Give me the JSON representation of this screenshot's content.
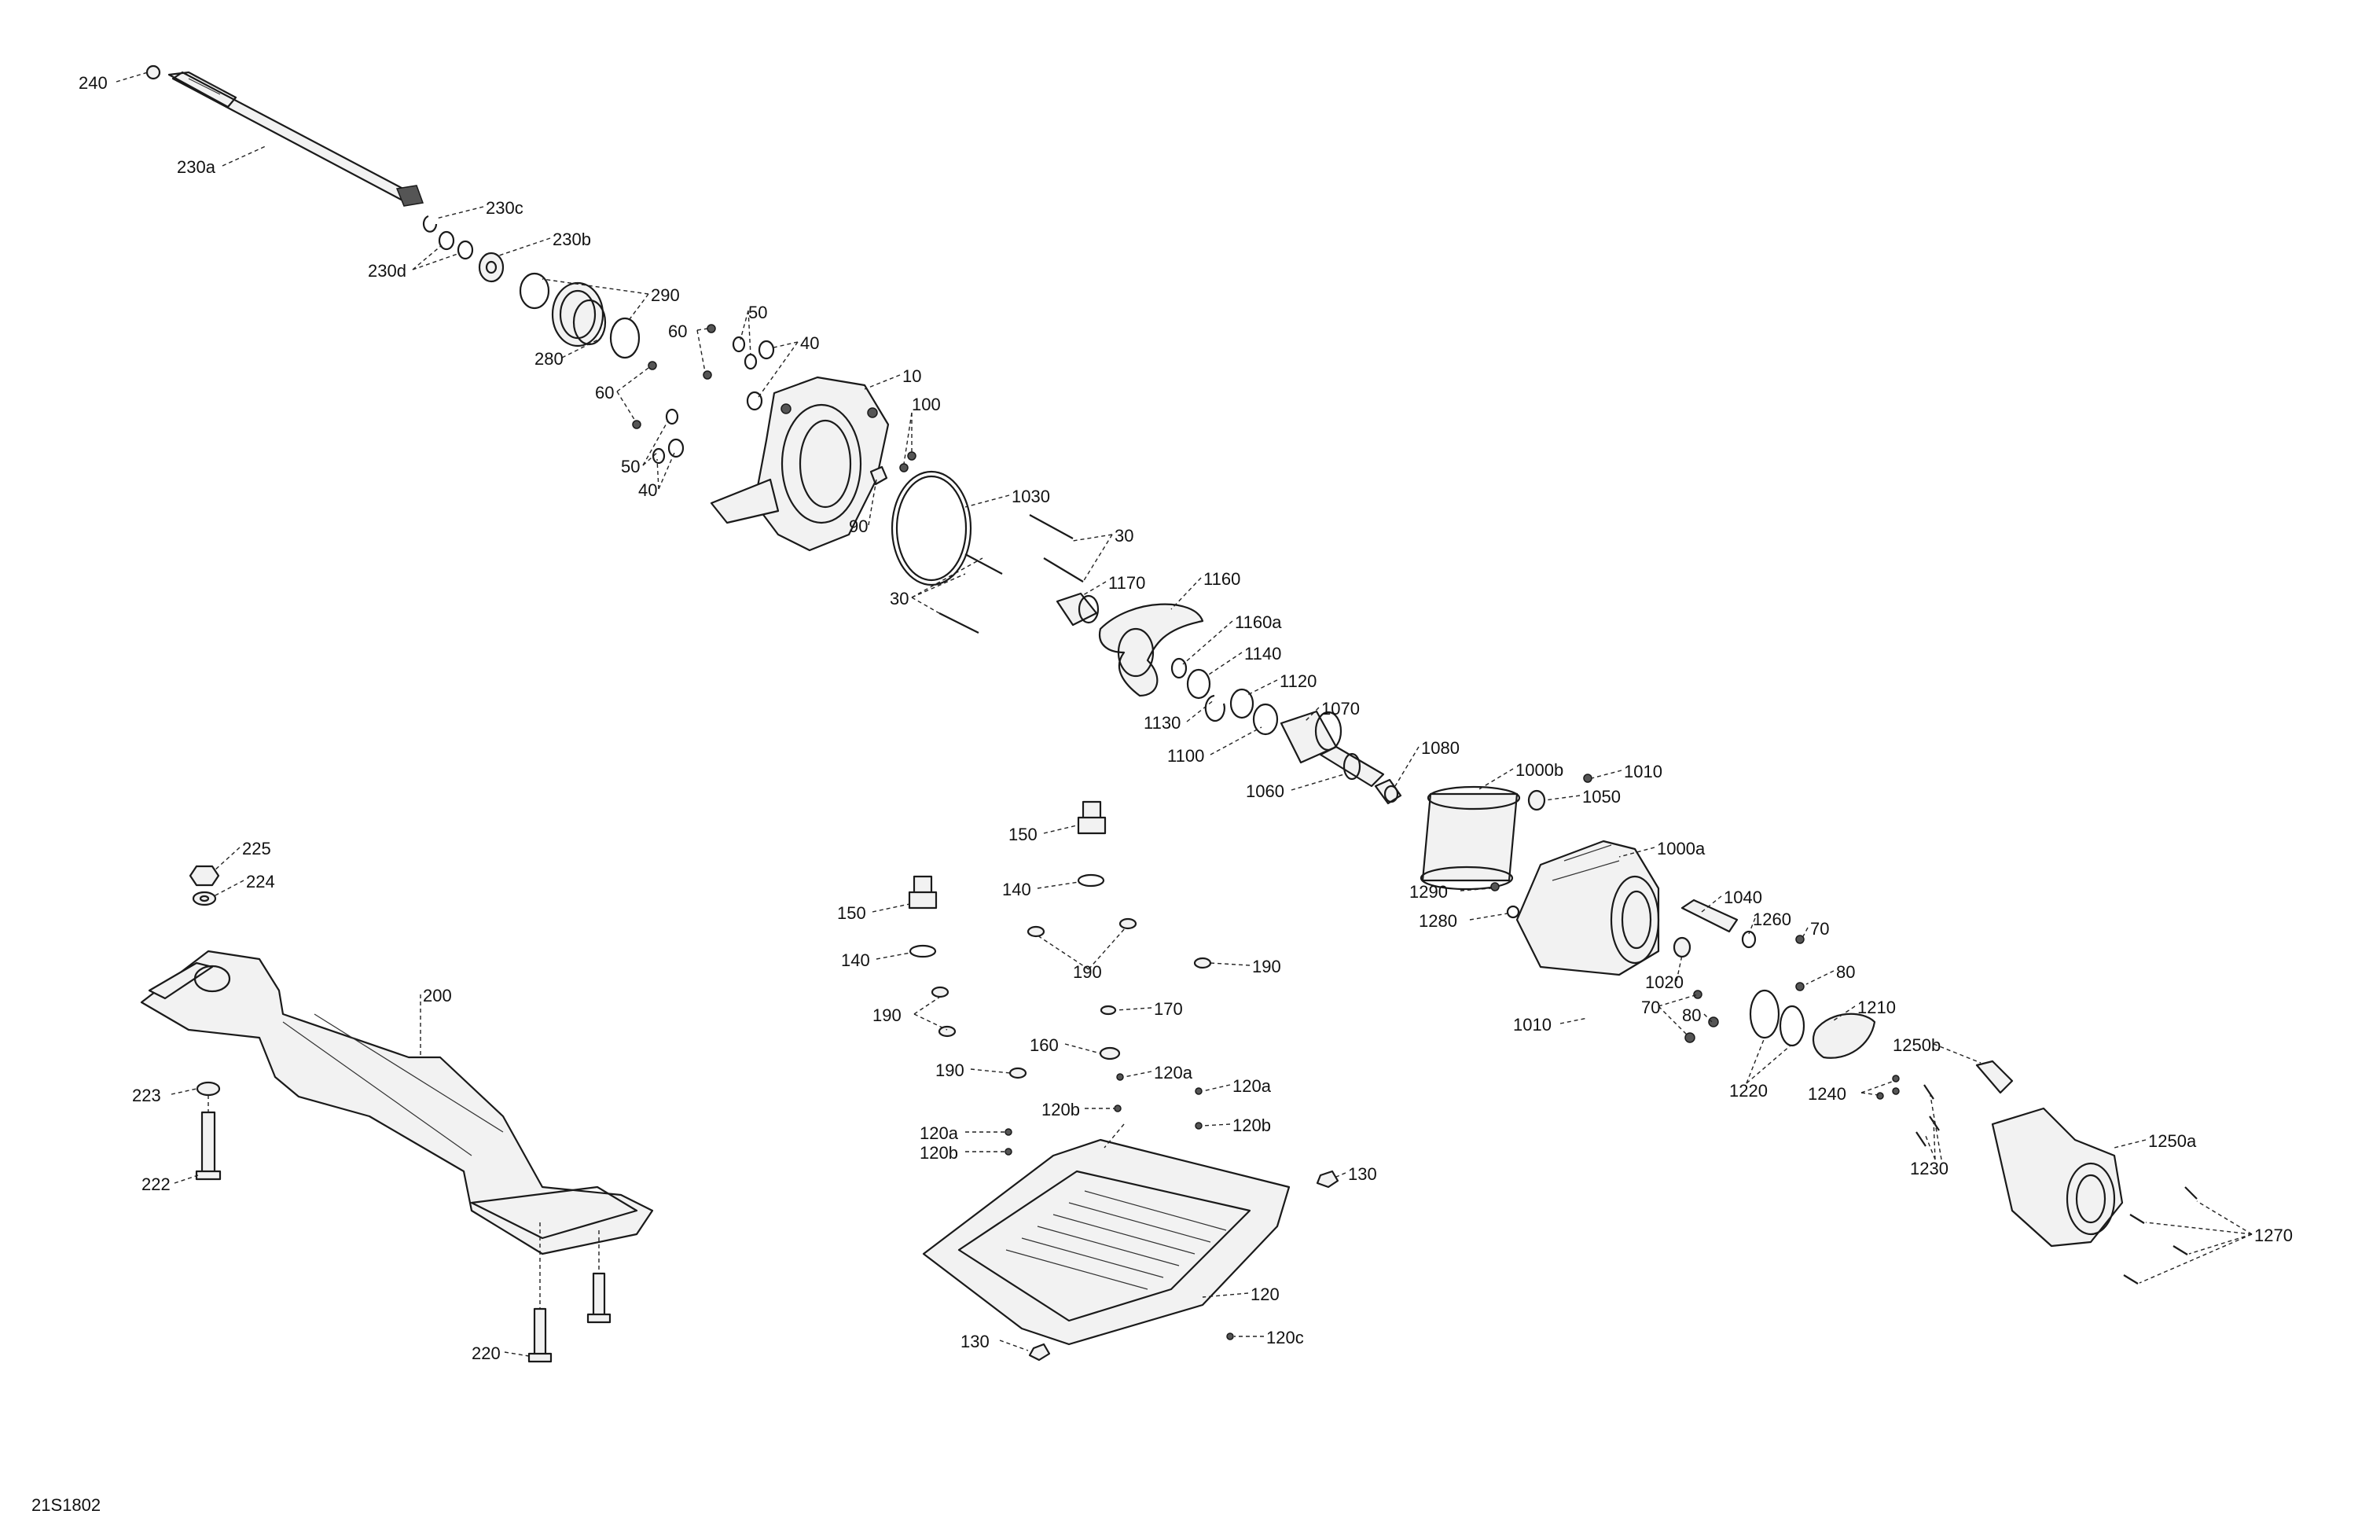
{
  "diagram_id": "21S1802",
  "callouts": [
    "240",
    "230a",
    "230c",
    "230b",
    "230d",
    "290",
    "280",
    "60",
    "50",
    "40",
    "60",
    "50",
    "40",
    "10",
    "100",
    "90",
    "1030",
    "30",
    "30",
    "1170",
    "1160",
    "1160a",
    "1140",
    "1120",
    "1130",
    "1070",
    "1100",
    "1080",
    "1060",
    "1000b",
    "1010",
    "1050",
    "1000a",
    "1290",
    "1280",
    "1040",
    "1260",
    "70",
    "80",
    "1020",
    "70",
    "80",
    "1210",
    "1010",
    "1250b",
    "1220",
    "1240",
    "1230",
    "1250a",
    "1270",
    "225",
    "224",
    "200",
    "223",
    "222",
    "220",
    "150",
    "140",
    "150",
    "140",
    "190",
    "190",
    "190",
    "170",
    "160",
    "190",
    "120a",
    "120a",
    "120b",
    "120b",
    "120a",
    "120b",
    "130",
    "120",
    "130",
    "120c",
    "30"
  ]
}
